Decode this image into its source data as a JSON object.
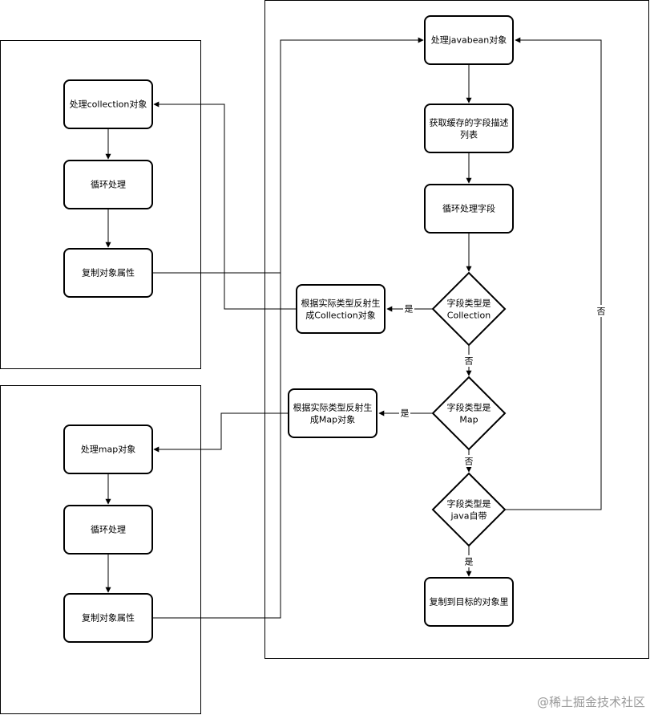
{
  "nodes": {
    "process_collection": "处理collection对象",
    "loop_left_top": "循环处理",
    "copy_attr_left_top": "复制对象属性",
    "process_map": "处理map对象",
    "loop_left_bottom": "循环处理",
    "copy_attr_left_bottom": "复制对象属性",
    "process_javabean": "处理javabean对象",
    "get_field_list_line1": "获取缓存的字段描述",
    "get_field_list_line2": "列表",
    "loop_fields": "循环处理字段",
    "is_collection_line1": "字段类型是",
    "is_collection_line2": "Collection",
    "reflect_collection_line1": "根据实际类型反射生",
    "reflect_collection_line2": "成Collection对象",
    "is_map_line1": "字段类型是",
    "is_map_line2": "Map",
    "reflect_map_line1": "根据实际类型反射生",
    "reflect_map_line2": "成Map对象",
    "is_java_builtin_line1": "字段类型是",
    "is_java_builtin_line2": "java自带",
    "copy_to_target": "复制到目标的对象里"
  },
  "edge_labels": {
    "collection_yes": "是",
    "collection_no": "否",
    "map_yes": "是",
    "map_no": "否",
    "java_yes": "是",
    "java_no": "否"
  },
  "watermark": "@稀土掘金技术社区",
  "colors": {
    "stroke": "#000000",
    "background": "#ffffff",
    "watermark": "#9a9a9a"
  }
}
